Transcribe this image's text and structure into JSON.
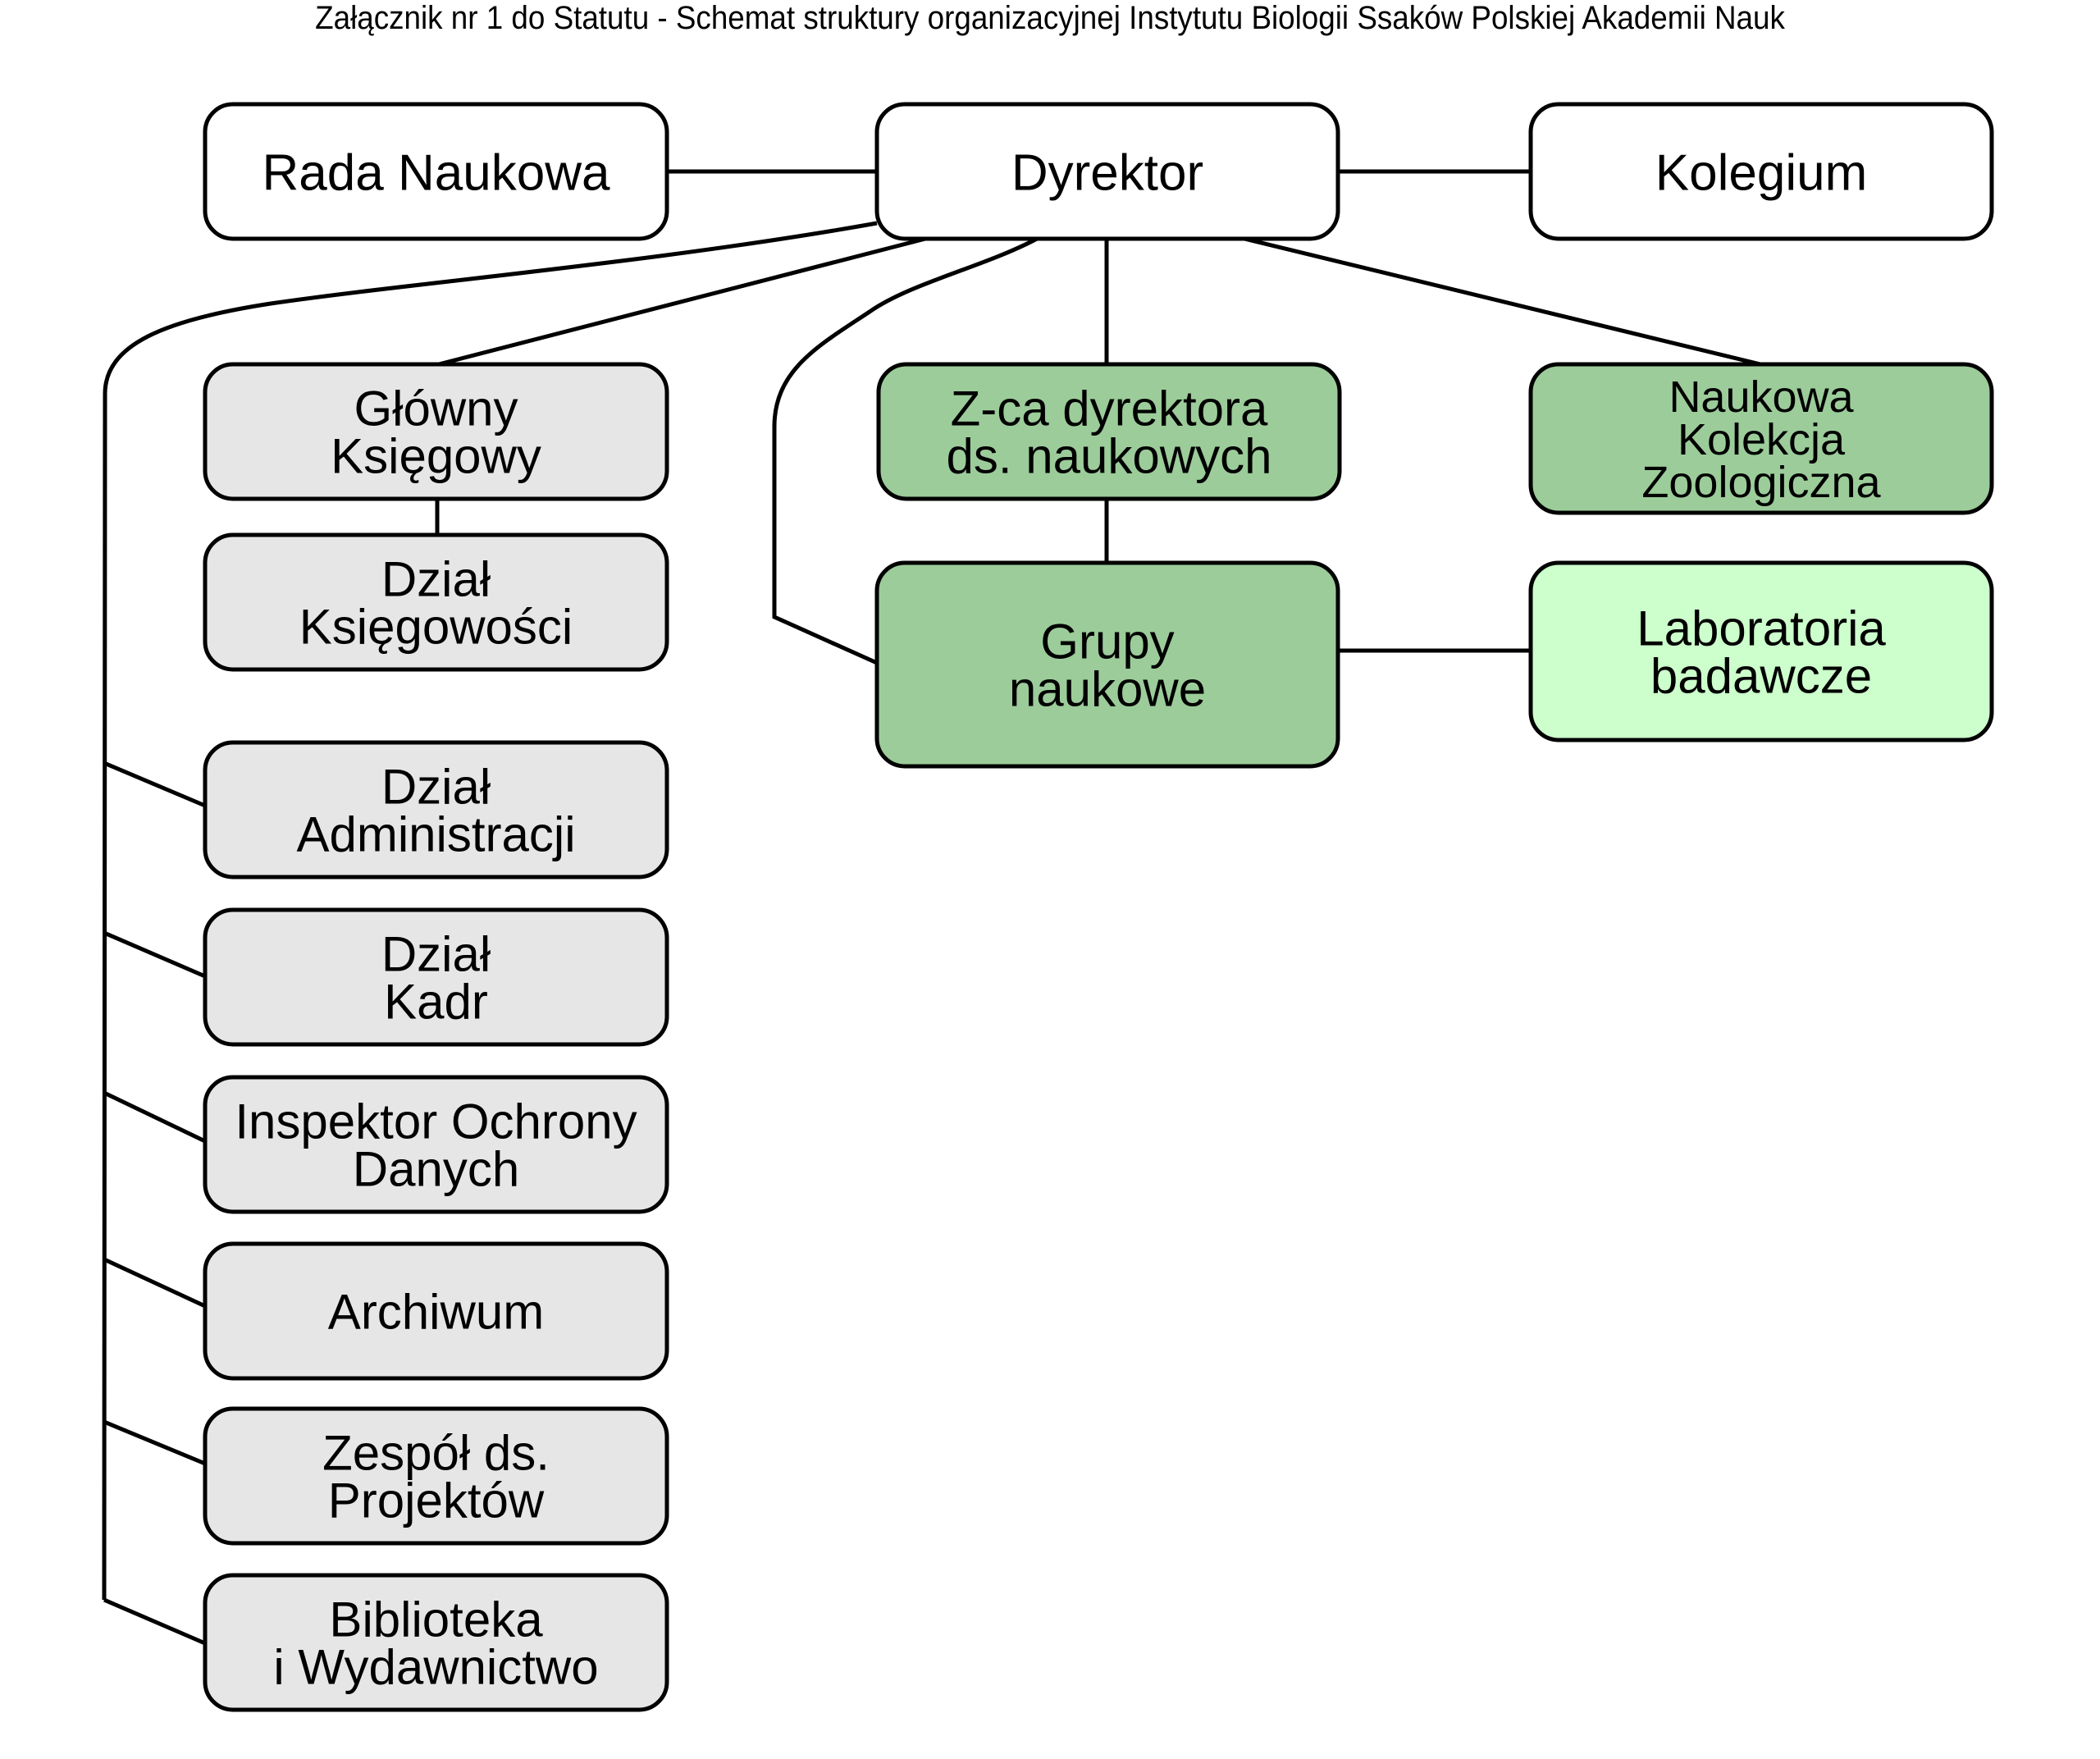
{
  "title": "Załącznik nr 1 do Statutu - Schemat struktury organizacyjnej Instytutu Biologii Ssaków Polskiej Akademii Nauk",
  "colors": {
    "white": "#ffffff",
    "administrative": "#e6e6e6",
    "scientific": "#9ccc9a",
    "laboratories": "#ccffcc"
  },
  "units": {
    "rada_naukowa": {
      "lines": [
        "Rada Naukowa"
      ],
      "fill": "white"
    },
    "dyrektor": {
      "lines": [
        "Dyrektor"
      ],
      "fill": "white"
    },
    "kolegium": {
      "lines": [
        "Kolegium"
      ],
      "fill": "white"
    },
    "glowny_ksiegowy": {
      "lines": [
        "Główny",
        "Księgowy"
      ],
      "fill": "administrative"
    },
    "dzial_ksiegowosci": {
      "lines": [
        "Dział",
        "Księgowości"
      ],
      "fill": "administrative"
    },
    "zca_dyrektora": {
      "lines": [
        "Z-ca dyrektora",
        "ds. naukowych"
      ],
      "fill": "scientific"
    },
    "naukowa_kolekcja": {
      "lines": [
        "Naukowa",
        "Kolekcja",
        "Zoologiczna"
      ],
      "fill": "scientific"
    },
    "grupy_naukowe": {
      "lines": [
        "Grupy",
        "naukowe"
      ],
      "fill": "scientific"
    },
    "laboratoria": {
      "lines": [
        "Laboratoria",
        "badawcze"
      ],
      "fill": "laboratories"
    },
    "dzial_administracji": {
      "lines": [
        "Dział",
        "Administracji"
      ],
      "fill": "administrative"
    },
    "dzial_kadr": {
      "lines": [
        "Dział",
        "Kadr"
      ],
      "fill": "administrative"
    },
    "inspektor": {
      "lines": [
        "Inspektor Ochrony",
        "Danych"
      ],
      "fill": "administrative"
    },
    "archiwum": {
      "lines": [
        "Archiwum"
      ],
      "fill": "administrative"
    },
    "zespol_projektow": {
      "lines": [
        "Zespół ds.",
        "Projektów"
      ],
      "fill": "administrative"
    },
    "biblioteka": {
      "lines": [
        "Biblioteka",
        "i Wydawnictwo"
      ],
      "fill": "administrative"
    }
  },
  "connections": [
    [
      "rada_naukowa",
      "dyrektor"
    ],
    [
      "dyrektor",
      "kolegium"
    ],
    [
      "dyrektor",
      "glowny_ksiegowy"
    ],
    [
      "glowny_ksiegowy",
      "dzial_ksiegowosci"
    ],
    [
      "dyrektor",
      "zca_dyrektora"
    ],
    [
      "zca_dyrektora",
      "grupy_naukowe"
    ],
    [
      "dyrektor",
      "grupy_naukowe"
    ],
    [
      "dyrektor",
      "naukowa_kolekcja"
    ],
    [
      "grupy_naukowe",
      "laboratoria"
    ],
    [
      "dyrektor",
      "dzial_administracji"
    ],
    [
      "dyrektor",
      "dzial_kadr"
    ],
    [
      "dyrektor",
      "inspektor"
    ],
    [
      "dyrektor",
      "archiwum"
    ],
    [
      "dyrektor",
      "zespol_projektow"
    ],
    [
      "dyrektor",
      "biblioteka"
    ]
  ]
}
